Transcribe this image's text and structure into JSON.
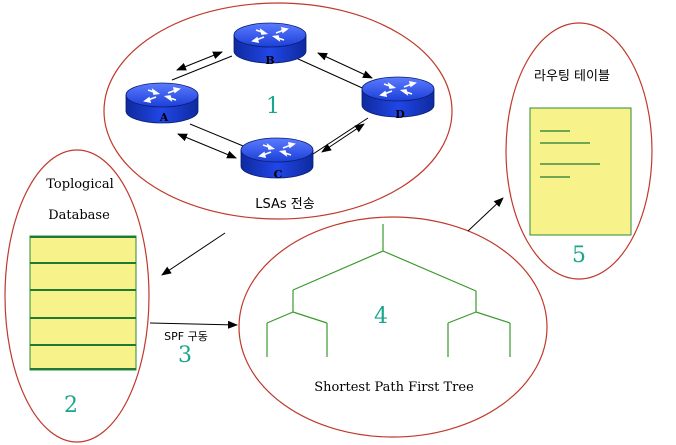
{
  "routers": [
    {
      "label": "A"
    },
    {
      "label": "B"
    },
    {
      "label": "C"
    },
    {
      "label": "D"
    }
  ],
  "lsa_group": {
    "number": "1",
    "caption": "LSAs 전송"
  },
  "database_group": {
    "title_line1": "Toplogical",
    "title_line2": "Database",
    "number": "2"
  },
  "spf_step": {
    "label": "SPF 구동",
    "number": "3"
  },
  "tree_group": {
    "number": "4",
    "caption": "Shortest Path First Tree"
  },
  "routing_group": {
    "title": "라우팅 테이블",
    "number": "5"
  },
  "colors": {
    "ellipse": "#c0392b",
    "number": "#1aa58c",
    "table_fill": "#f7f28a",
    "table_lines": "#2e8b3a",
    "tree": "#3a9a2e",
    "router": "#1c3fd8"
  }
}
